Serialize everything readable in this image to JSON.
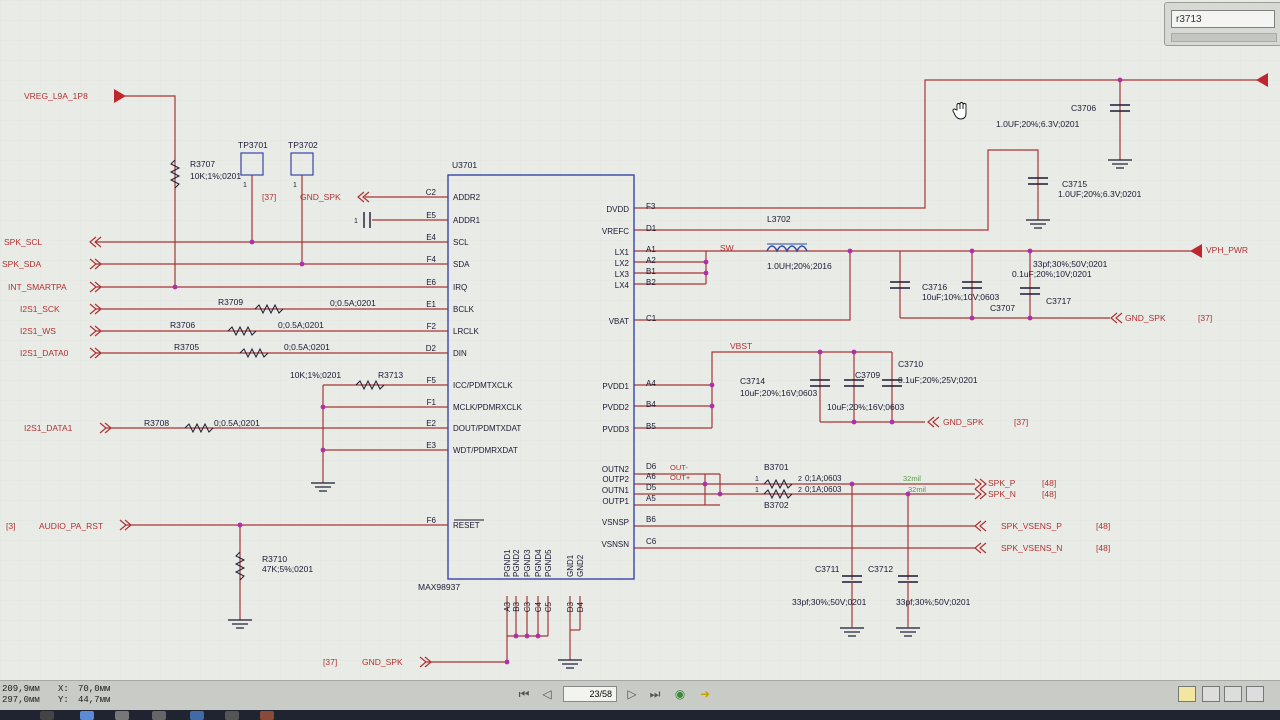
{
  "viewer": {
    "search_value": "r3713",
    "page_label": "23/58",
    "coords": {
      "width_label": "209,9мм",
      "height_label": "297,0мм",
      "x_label": "X:",
      "x_value": "70,0мм",
      "y_label": "Y:",
      "y_value": "44,7мм"
    }
  },
  "schematic": {
    "nets": {
      "vreg": "VREG_L9A_1P8",
      "spk_scl": "SPK_SCL",
      "spk_sda": "SPK_SDA",
      "int": "INT_SMARTPA",
      "i2s_sck": "I2S1_SCK",
      "i2s_ws": "I2S1_WS",
      "i2s_d0": "I2S1_DATA0",
      "i2s_d1": "I2S1_DATA1",
      "reset": "AUDIO_PA_RST",
      "reset_ref": "[3]",
      "gnd_spk": "GND_SPK",
      "gnd_ref": "[37]",
      "vph": "VPH_PWR",
      "sw": "SW",
      "vbst": "VBST",
      "out_minus": "OUT-",
      "out_plus": "OUT+",
      "spk_p": "SPK_P",
      "spk_n": "SPK_N",
      "vsens_p": "SPK_VSENS_P",
      "vsens_n": "SPK_VSENS_N",
      "ref48": "[48]",
      "trace": "32mil"
    },
    "ic": {
      "ref": "U3701",
      "part": "MAX98937",
      "left_pins": [
        {
          "n": "C2",
          "name": "ADDR2"
        },
        {
          "n": "E5",
          "name": "ADDR1"
        },
        {
          "n": "E4",
          "name": "SCL"
        },
        {
          "n": "F4",
          "name": "SDA"
        },
        {
          "n": "E6",
          "name": "IRQ"
        },
        {
          "n": "E1",
          "name": "BCLK"
        },
        {
          "n": "F2",
          "name": "LRCLK"
        },
        {
          "n": "D2",
          "name": "DIN"
        },
        {
          "n": "F5",
          "name": "ICC/PDMTXCLK"
        },
        {
          "n": "F1",
          "name": "MCLK/PDMRXCLK"
        },
        {
          "n": "E2",
          "name": "DOUT/PDMTXDAT"
        },
        {
          "n": "E3",
          "name": "WDT/PDMRXDAT"
        },
        {
          "n": "F6",
          "name": "RESET"
        }
      ],
      "right_pins": [
        {
          "n": "F3",
          "name": "DVDD"
        },
        {
          "n": "D1",
          "name": "VREFC"
        },
        {
          "n": "A1",
          "name": "LX1"
        },
        {
          "n": "A2",
          "name": "LX2"
        },
        {
          "n": "B1",
          "name": "LX3"
        },
        {
          "n": "B2",
          "name": "LX4"
        },
        {
          "n": "C1",
          "name": "VBAT"
        },
        {
          "n": "A4",
          "name": "PVDD1"
        },
        {
          "n": "B4",
          "name": "PVDD2"
        },
        {
          "n": "B5",
          "name": "PVDD3"
        },
        {
          "n": "D6",
          "name": "OUTN2"
        },
        {
          "n": "A6",
          "name": "OUTP2"
        },
        {
          "n": "D5",
          "name": "OUTN1"
        },
        {
          "n": "A5",
          "name": "OUTP1"
        },
        {
          "n": "B6",
          "name": "VSNSP"
        },
        {
          "n": "C6",
          "name": "VSNSN"
        }
      ],
      "bottom_pins": [
        {
          "n": "A3",
          "name": "PGND1"
        },
        {
          "n": "B3",
          "name": "PGND2"
        },
        {
          "n": "C3",
          "name": "PGND3"
        },
        {
          "n": "C4",
          "name": "PGND4"
        },
        {
          "n": "C5",
          "name": "PGND5"
        },
        {
          "n": "D3",
          "name": "GND1"
        },
        {
          "n": "D4",
          "name": "GND2"
        }
      ]
    },
    "parts": {
      "r3707": {
        "ref": "R3707",
        "val": "10K;1%;0201"
      },
      "tp3701": {
        "ref": "TP3701"
      },
      "tp3702": {
        "ref": "TP3702"
      },
      "tp_pin": "1",
      "r3709": {
        "ref": "R3709",
        "val": "0;0.5A;0201"
      },
      "r3706": {
        "ref": "R3706",
        "val": "0;0.5A;0201"
      },
      "r3705": {
        "ref": "R3705",
        "val": "0;0.5A;0201"
      },
      "r3713": {
        "ref": "R3713",
        "val": "10K;1%;0201"
      },
      "r3708": {
        "ref": "R3708",
        "val": "0;0.5A;0201"
      },
      "r3710": {
        "ref": "R3710",
        "val": "47K;5%;0201"
      },
      "c3706": {
        "ref": "C3706",
        "val": "1.0UF;20%;6.3V;0201"
      },
      "c3715": {
        "ref": "C3715",
        "val": "1.0UF;20%;6.3V;0201"
      },
      "l3702": {
        "ref": "L3702",
        "val": "1.0UH;20%;2016"
      },
      "c3716": {
        "ref": "C3716",
        "val": "10uF;10%;10V;0603"
      },
      "c3707": {
        "ref": "C3707",
        "val": "0.1uF;20%;10V;0201"
      },
      "c3717": {
        "ref": "C3717",
        "val": "33pf;30%;50V;0201"
      },
      "c3714": {
        "ref": "C3714",
        "val": "10uF;20%;16V;0603"
      },
      "c3709": {
        "ref": "C3709",
        "val": "10uF;20%;16V;0603"
      },
      "c3710": {
        "ref": "C3710",
        "val": "0.1uF;20%;25V;0201"
      },
      "b3701": {
        "ref": "B3701",
        "val": "0;1A;0603",
        "p1": "1",
        "p2": "2"
      },
      "b3702": {
        "ref": "B3702",
        "val": "0;1A;0603",
        "p1": "1",
        "p2": "2"
      },
      "c3711": {
        "ref": "C3711",
        "val": "33pf;30%;50V;0201"
      },
      "c3712": {
        "ref": "C3712",
        "val": "33pf;30%;50V;0201"
      }
    },
    "e5_pin": "1"
  },
  "colors": {
    "wire": "#a83535",
    "label": "#b03232",
    "ink": "#1a1a33",
    "ic": "#3a45a8",
    "pin": "#1a1a33",
    "node": "#b02fa6",
    "bg": "#e9ebe6",
    "green": "#5a9a4a"
  }
}
